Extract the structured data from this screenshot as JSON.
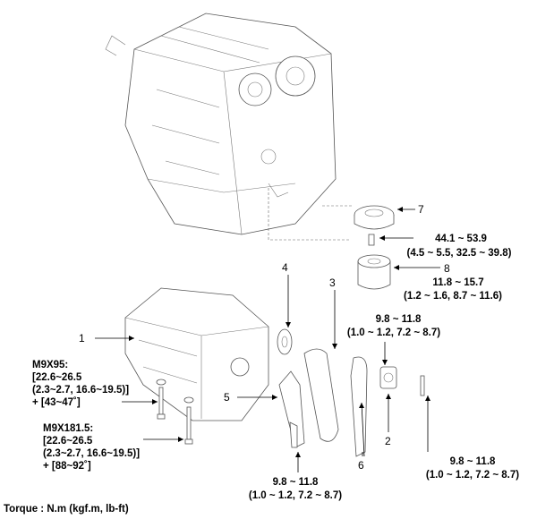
{
  "parts": [
    {
      "number": "1"
    },
    {
      "number": "2"
    },
    {
      "number": "3"
    },
    {
      "number": "4"
    },
    {
      "number": "5"
    },
    {
      "number": "6"
    },
    {
      "number": "7"
    },
    {
      "number": "8"
    }
  ],
  "torques": {
    "oil_pressure_switch": {
      "line1": "44.1 ~ 53.9",
      "line2": "(4.5 ~ 5.5, 32.5 ~ 39.8)"
    },
    "oil_filter": {
      "line1": "11.8 ~ 15.7",
      "line2": "(1.2 ~ 1.6, 8.7 ~ 11.6)"
    },
    "tensioner_upper": {
      "line1": "9.8 ~ 11.8",
      "line2": "(1.0 ~ 1.2, 7.2 ~ 8.7)"
    },
    "tensioner_lower": {
      "line1": "9.8 ~ 11.8",
      "line2": "(1.0 ~ 1.2, 7.2 ~ 8.7)"
    },
    "guide_bolt": {
      "line1": "9.8 ~ 11.8",
      "line2": "(1.0 ~ 1.2, 7.2 ~ 8.7)"
    },
    "bolt_m9x95": {
      "line1": "M9X95:",
      "line2": "[22.6~26.5",
      "line3": "(2.3~2.7, 16.6~19.5)]",
      "line4": "+ [43~47˚]"
    },
    "bolt_m9x181": {
      "line1": "M9X181.5:",
      "line2": "[22.6~26.5",
      "line3": "(2.3~2.7, 16.6~19.5)]",
      "line4": "+ [88~92˚]"
    }
  },
  "footer": {
    "torque_unit": "Torque : N.m (kgf.m, lb-ft)"
  }
}
